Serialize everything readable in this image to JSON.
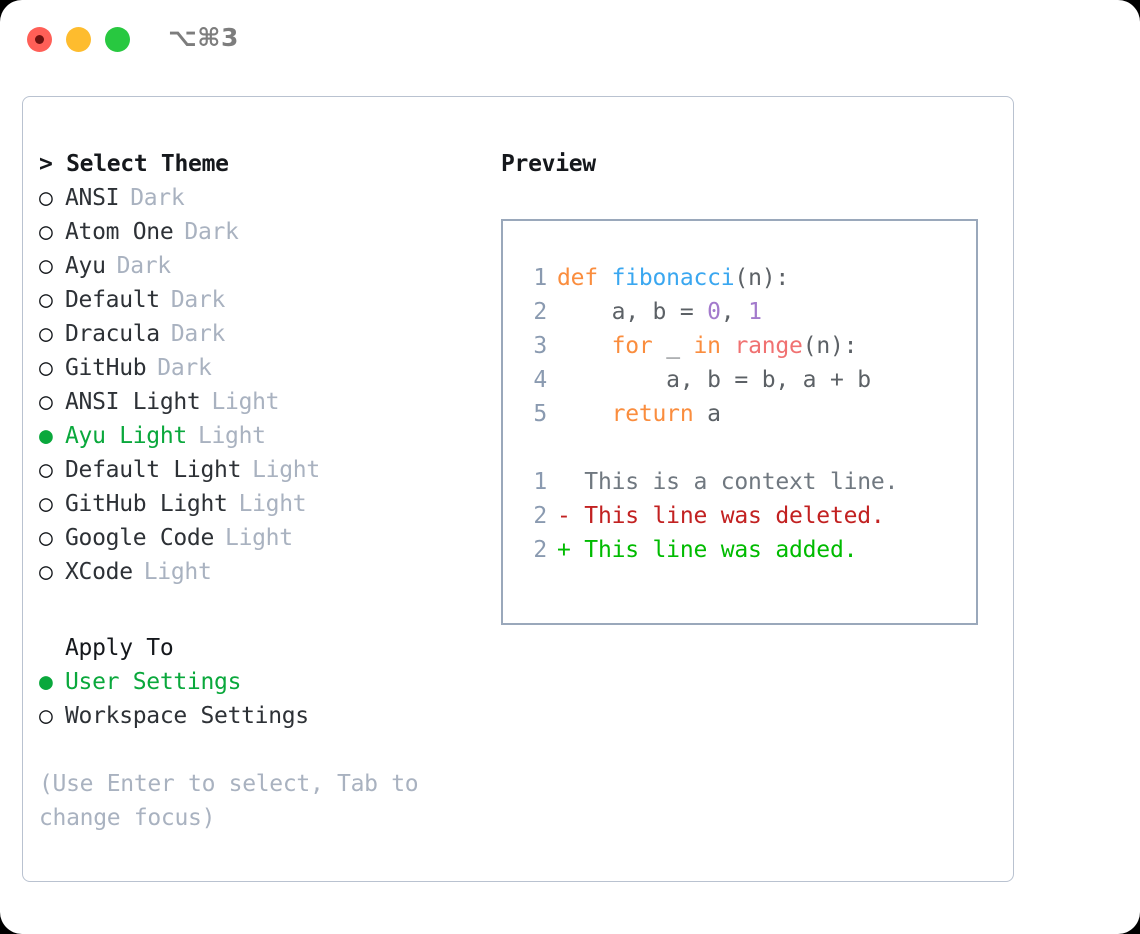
{
  "window": {
    "title": "⌥⌘3",
    "traffic_lights": [
      {
        "name": "close",
        "color": "#ff5f57"
      },
      {
        "name": "minimize",
        "color": "#febc2e"
      },
      {
        "name": "maximize",
        "color": "#28c840"
      }
    ]
  },
  "accent": {
    "selected_green": "#0aa83c",
    "muted": "#a9b2c0",
    "border": "#9aa8bb"
  },
  "theme_section": {
    "title": "> Select Theme",
    "items": [
      {
        "marker": "○",
        "label": "ANSI",
        "suffix": "Dark",
        "selected": false
      },
      {
        "marker": "○",
        "label": "Atom One",
        "suffix": "Dark",
        "selected": false
      },
      {
        "marker": "○",
        "label": "Ayu",
        "suffix": "Dark",
        "selected": false
      },
      {
        "marker": "○",
        "label": "Default",
        "suffix": "Dark",
        "selected": false
      },
      {
        "marker": "○",
        "label": "Dracula",
        "suffix": "Dark",
        "selected": false
      },
      {
        "marker": "○",
        "label": "GitHub",
        "suffix": "Dark",
        "selected": false
      },
      {
        "marker": "○",
        "label": "ANSI Light",
        "suffix": "Light",
        "selected": false
      },
      {
        "marker": "●",
        "label": "Ayu Light",
        "suffix": "Light",
        "selected": true
      },
      {
        "marker": "○",
        "label": "Default Light",
        "suffix": "Light",
        "selected": false
      },
      {
        "marker": "○",
        "label": "GitHub Light",
        "suffix": "Light",
        "selected": false
      },
      {
        "marker": "○",
        "label": "Google Code",
        "suffix": "Light",
        "selected": false
      },
      {
        "marker": "○",
        "label": "XCode",
        "suffix": "Light",
        "selected": false
      }
    ]
  },
  "apply_section": {
    "title": "Apply To",
    "items": [
      {
        "marker": "●",
        "label": "User Settings",
        "selected": true
      },
      {
        "marker": "○",
        "label": "Workspace Settings",
        "selected": false
      }
    ]
  },
  "hint": "(Use Enter to select, Tab to change focus)",
  "preview": {
    "title": "Preview",
    "code_lines": [
      {
        "lineno": "1",
        "tokens": [
          {
            "text": "def ",
            "type": "keyword"
          },
          {
            "text": "fibonacci",
            "type": "function"
          },
          {
            "text": "(n):",
            "type": "plain"
          }
        ]
      },
      {
        "lineno": "2",
        "tokens": [
          {
            "text": "    a, b = ",
            "type": "plain"
          },
          {
            "text": "0",
            "type": "number"
          },
          {
            "text": ", ",
            "type": "plain"
          },
          {
            "text": "1",
            "type": "number"
          }
        ]
      },
      {
        "lineno": "3",
        "tokens": [
          {
            "text": "    ",
            "type": "plain"
          },
          {
            "text": "for",
            "type": "keyword"
          },
          {
            "text": " _ ",
            "type": "plain"
          },
          {
            "text": "in",
            "type": "keyword"
          },
          {
            "text": " ",
            "type": "plain"
          },
          {
            "text": "range",
            "type": "builtin"
          },
          {
            "text": "(n):",
            "type": "plain"
          }
        ]
      },
      {
        "lineno": "4",
        "tokens": [
          {
            "text": "        a, b = b, a + b",
            "type": "plain"
          }
        ]
      },
      {
        "lineno": "5",
        "tokens": [
          {
            "text": "    ",
            "type": "plain"
          },
          {
            "text": "return",
            "type": "keyword"
          },
          {
            "text": " a",
            "type": "plain"
          }
        ]
      }
    ],
    "diff_lines": [
      {
        "lineno": "1",
        "text": "  This is a context line.",
        "kind": "context"
      },
      {
        "lineno": "2",
        "text": "- This line was deleted.",
        "kind": "deleted"
      },
      {
        "lineno": "2",
        "text": "+ This line was added.",
        "kind": "added"
      }
    ],
    "syntax_colors": {
      "keyword": "#fa8d3e",
      "function": "#3aa7f0",
      "number": "#a37acc",
      "builtin": "#f07171",
      "plain": "#5c6166",
      "lineno": "#8a9ab0",
      "context": "#707880",
      "deleted": "#c22121",
      "added": "#00bb00"
    }
  }
}
